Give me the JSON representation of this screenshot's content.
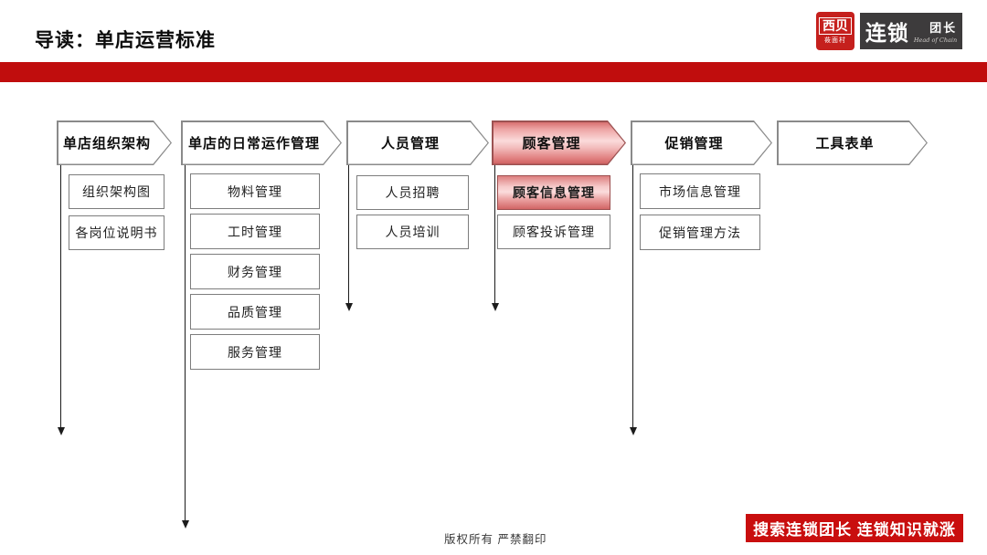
{
  "title": "导读：单店运营标准",
  "logos": {
    "xibei": {
      "line1": "西贝",
      "line2": "莜面村"
    },
    "chain": {
      "main": "连锁",
      "sub": "团长",
      "caption": "Head of Chain"
    }
  },
  "colors": {
    "brand_red": "#c00d0d",
    "highlight_pink_light": "#fbdbdb",
    "highlight_pink_dark": "#d26565",
    "chevron_border": "#8a8a8a",
    "logo_dark": "#3d3b3c"
  },
  "diagram": {
    "columns": [
      {
        "title": "单店组织架构",
        "highlight": false,
        "items": [
          "组织架构图",
          "各岗位说明书"
        ]
      },
      {
        "title": "单店的日常运作管理",
        "highlight": false,
        "items": [
          "物料管理",
          "工时管理",
          "财务管理",
          "品质管理",
          "服务管理"
        ]
      },
      {
        "title": "人员管理",
        "highlight": false,
        "items": [
          "人员招聘",
          "人员培训"
        ]
      },
      {
        "title": "顾客管理",
        "highlight": true,
        "items": [
          "顾客信息管理",
          "顾客投诉管理"
        ],
        "highlighted_item": "顾客信息管理"
      },
      {
        "title": "促销管理",
        "highlight": false,
        "items": [
          "市场信息管理",
          "促销管理方法"
        ]
      },
      {
        "title": "工具表单",
        "highlight": false,
        "items": []
      }
    ]
  },
  "footer": {
    "copyright": "版权所有 严禁翻印",
    "cta": "搜索连锁团长 连锁知识就涨"
  }
}
